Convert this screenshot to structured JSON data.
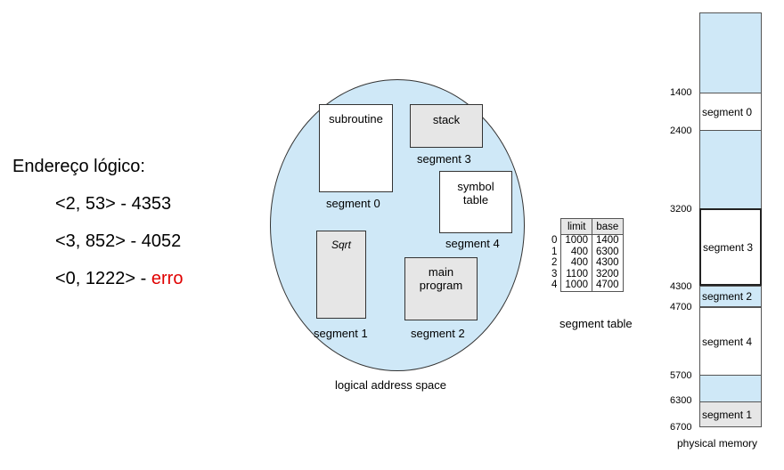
{
  "left": {
    "title": "Endereço lógico:",
    "examples": [
      {
        "text": "<2, 53> - 4353"
      },
      {
        "text": "<3, 852> - 4052"
      },
      {
        "text": "<0, 1222> - ",
        "error": "erro"
      }
    ]
  },
  "logical": {
    "caption": "logical address space",
    "segments": {
      "subroutine": {
        "text": "subroutine",
        "label": "segment 0"
      },
      "stack": {
        "text": "stack",
        "label": "segment 3"
      },
      "symbol": {
        "text_line1": "symbol",
        "text_line2": "table",
        "label": "segment 4"
      },
      "sqrt": {
        "text": "Sqrt",
        "label": "segment 1"
      },
      "main": {
        "text_line1": "main",
        "text_line2": "program",
        "label": "segment 2"
      }
    }
  },
  "segment_table": {
    "caption": "segment table",
    "headers": [
      "limit",
      "base"
    ],
    "rows": [
      {
        "idx": "0",
        "limit": "1000",
        "base": "1400"
      },
      {
        "idx": "1",
        "limit": "400",
        "base": "6300"
      },
      {
        "idx": "2",
        "limit": "400",
        "base": "4300"
      },
      {
        "idx": "3",
        "limit": "1100",
        "base": "3200"
      },
      {
        "idx": "4",
        "limit": "1000",
        "base": "4700"
      }
    ]
  },
  "physical": {
    "caption": "physical memory",
    "addresses": [
      "1400",
      "2400",
      "3200",
      "4300",
      "4700",
      "5700",
      "6300",
      "6700"
    ],
    "segments": {
      "s0": "segment 0",
      "s3": "segment 3",
      "s2": "segment 2",
      "s4": "segment 4",
      "s1": "segment 1"
    },
    "colors": {
      "free": "#cfe8f7",
      "allocated": "#ffffff",
      "highlight": "#e6e6e6"
    }
  }
}
